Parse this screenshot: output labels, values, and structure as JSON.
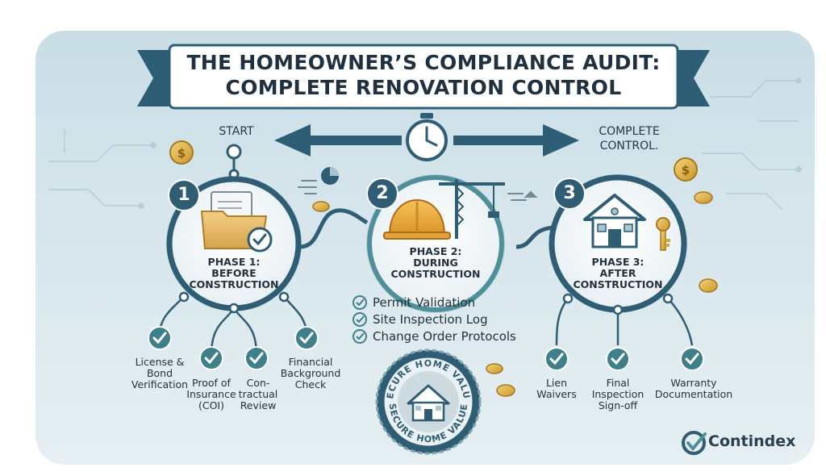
{
  "title": {
    "line1": "THE HOMEOWNER’S COMPLIANCE AUDIT:",
    "line2": "COMPLETE RENOVATION CONTROL"
  },
  "timeline": {
    "start": "START",
    "end_line1": "COMPLETE",
    "end_line2": "CONTROL."
  },
  "phases": [
    {
      "number": "1",
      "label_line1": "PHASE 1:",
      "label_line2": "BEFORE",
      "label_line3": "CONSTRUCTION",
      "icon": "folder-check-icon",
      "items": [
        {
          "lines": [
            "License &",
            "Bond",
            "Verification"
          ]
        },
        {
          "lines": [
            "Proof of",
            "Insurance",
            "(COI)"
          ]
        },
        {
          "lines": [
            "Con-",
            "tractual",
            "Review"
          ]
        },
        {
          "lines": [
            "Financial",
            "Background",
            "Check"
          ]
        }
      ]
    },
    {
      "number": "2",
      "label_line1": "PHASE 2:",
      "label_line2": "DURING",
      "label_line3": "CONSTRUCTION",
      "icon": "hardhat-crane-icon",
      "items": [
        {
          "text": "Permit Validation"
        },
        {
          "text": "Site Inspection Log"
        },
        {
          "text": "Change Order Protocols"
        }
      ]
    },
    {
      "number": "3",
      "label_line1": "PHASE 3:",
      "label_line2": "AFTER",
      "label_line3": "CONSTRUCTION",
      "icon": "house-key-icon",
      "items": [
        {
          "lines": [
            "Lien",
            "Waivers"
          ]
        },
        {
          "lines": [
            "Final",
            "Inspection",
            "Sign-off"
          ]
        },
        {
          "lines": [
            "Warranty",
            "Documentation"
          ]
        }
      ]
    }
  ],
  "seal": {
    "text": "SECURE HOME VALUE"
  },
  "brand": {
    "name": "Contindex"
  },
  "colors": {
    "ring": "#2f5d73",
    "teal": "#4e8f9a",
    "check": "#3f7f8a",
    "coin": "#e2b64a",
    "banner": "#2e5e76",
    "text": "#23323e"
  },
  "icons": [
    "stopwatch-icon",
    "coin-icon",
    "gear-icon",
    "pie-chart-icon"
  ]
}
